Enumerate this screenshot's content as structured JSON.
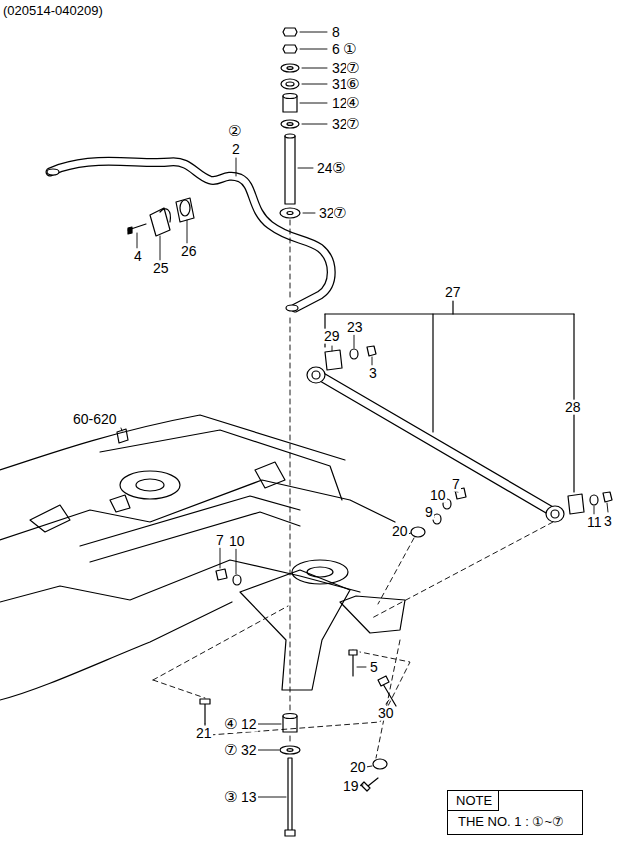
{
  "diagram": {
    "title": "(020514-040209)",
    "nodes": [
      {
        "text": [
          "NOTE",
          "THE NO. 1 : ①~⑦"
        ]
      }
    ],
    "labels": [
      "8",
      "6",
      "①",
      "32",
      "⑦",
      "31",
      "⑥",
      "12",
      "④",
      "32",
      "⑦",
      "②",
      "2",
      "24",
      "⑤",
      "32",
      "⑦",
      "4",
      "25",
      "26",
      "27",
      "29",
      "23",
      "3",
      "28",
      "60-620",
      "7",
      "10",
      "9",
      "20",
      "11",
      "3",
      "7",
      "10",
      "5",
      "30",
      "21",
      "④",
      "12",
      "⑦",
      "32",
      "③",
      "13",
      "20",
      "19"
    ]
  }
}
